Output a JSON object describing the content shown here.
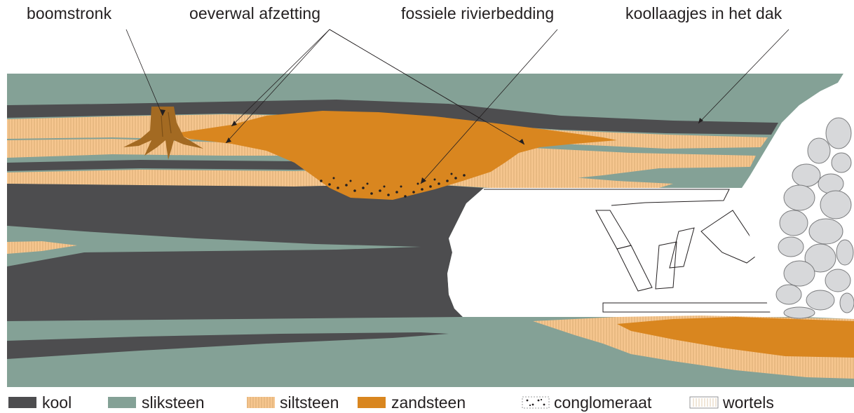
{
  "labels": {
    "stump": "boomstronk",
    "levee": "oeverwal afzetting",
    "channel": "fossiele rivierbedding",
    "roof_coal": "koollaagjes in het dak"
  },
  "legend": [
    {
      "key": "kool",
      "label": "kool",
      "color": "#4d4d4f"
    },
    {
      "key": "sliksteen",
      "label": "sliksteen",
      "color": "#84a196"
    },
    {
      "key": "siltsteen",
      "label": "siltsteen",
      "color": "#f6c68f"
    },
    {
      "key": "zandsteen",
      "label": "zandsteen",
      "color": "#d9861f"
    },
    {
      "key": "conglomeraat",
      "label": "conglomeraat",
      "pattern": "dots"
    },
    {
      "key": "wortels",
      "label": "wortels",
      "pattern": "hatch"
    }
  ],
  "colors": {
    "kool": "#4d4d4f",
    "sliksteen": "#84a196",
    "siltsteen": "#f6c68f",
    "zandsteen": "#d9861f",
    "stump": "#a36a22",
    "rock": "#d7d8da",
    "line": "#231f20"
  }
}
